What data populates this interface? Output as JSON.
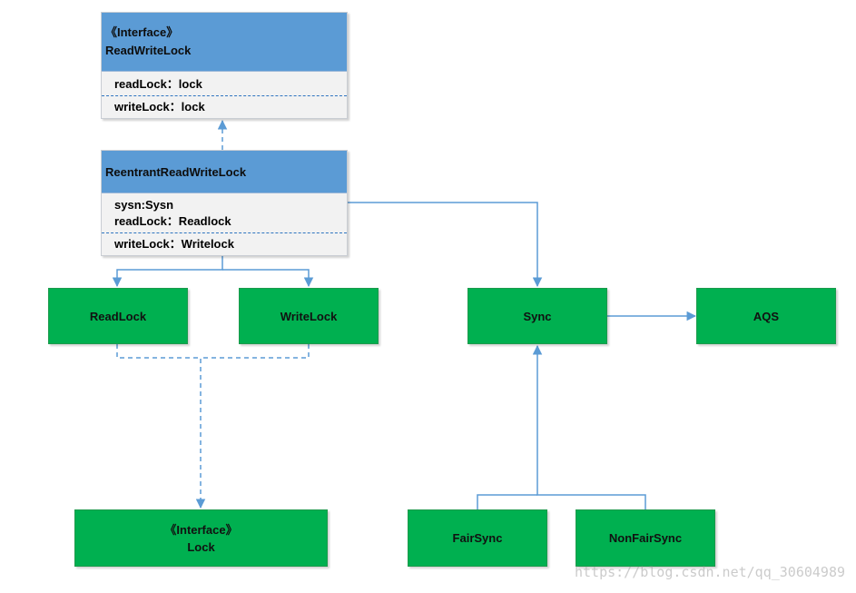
{
  "diagram": {
    "interface_rwlock": {
      "stereotype": "《Interface》",
      "name": "ReadWriteLock",
      "members": [
        "readLock：lock",
        "writeLock：lock"
      ]
    },
    "class_rrwl": {
      "name": "ReentrantReadWriteLock",
      "members": [
        "sysn:Sysn",
        "readLock：Readlock",
        "writeLock：Writelock"
      ]
    },
    "nodes": {
      "readlock": "ReadLock",
      "writelock": "WriteLock",
      "sync": "Sync",
      "aqs": "AQS",
      "lock_stereotype": "《Interface》",
      "lock_name": "Lock",
      "fairsync": "FairSync",
      "nonfairsync": "NonFairSync"
    },
    "edges": [
      {
        "from": "ReentrantReadWriteLock",
        "to": "ReadWriteLock",
        "style": "dashed"
      },
      {
        "from": "ReentrantReadWriteLock",
        "to": "ReadLock",
        "style": "solid"
      },
      {
        "from": "ReentrantReadWriteLock",
        "to": "WriteLock",
        "style": "solid"
      },
      {
        "from": "ReentrantReadWriteLock",
        "to": "Sync",
        "style": "solid"
      },
      {
        "from": "Sync",
        "to": "AQS",
        "style": "solid"
      },
      {
        "from": "ReadLock",
        "to": "Lock",
        "style": "dashed"
      },
      {
        "from": "WriteLock",
        "to": "Lock",
        "style": "dashed"
      },
      {
        "from": "FairSync",
        "to": "Sync",
        "style": "solid"
      },
      {
        "from": "NonFairSync",
        "to": "Sync",
        "style": "solid"
      }
    ],
    "colors": {
      "header": "#5b9bd5",
      "body": "#f2f2f2",
      "node": "#00b050",
      "connector": "#5b9bd5"
    }
  },
  "watermark": "https://blog.csdn.net/qq_30604989"
}
